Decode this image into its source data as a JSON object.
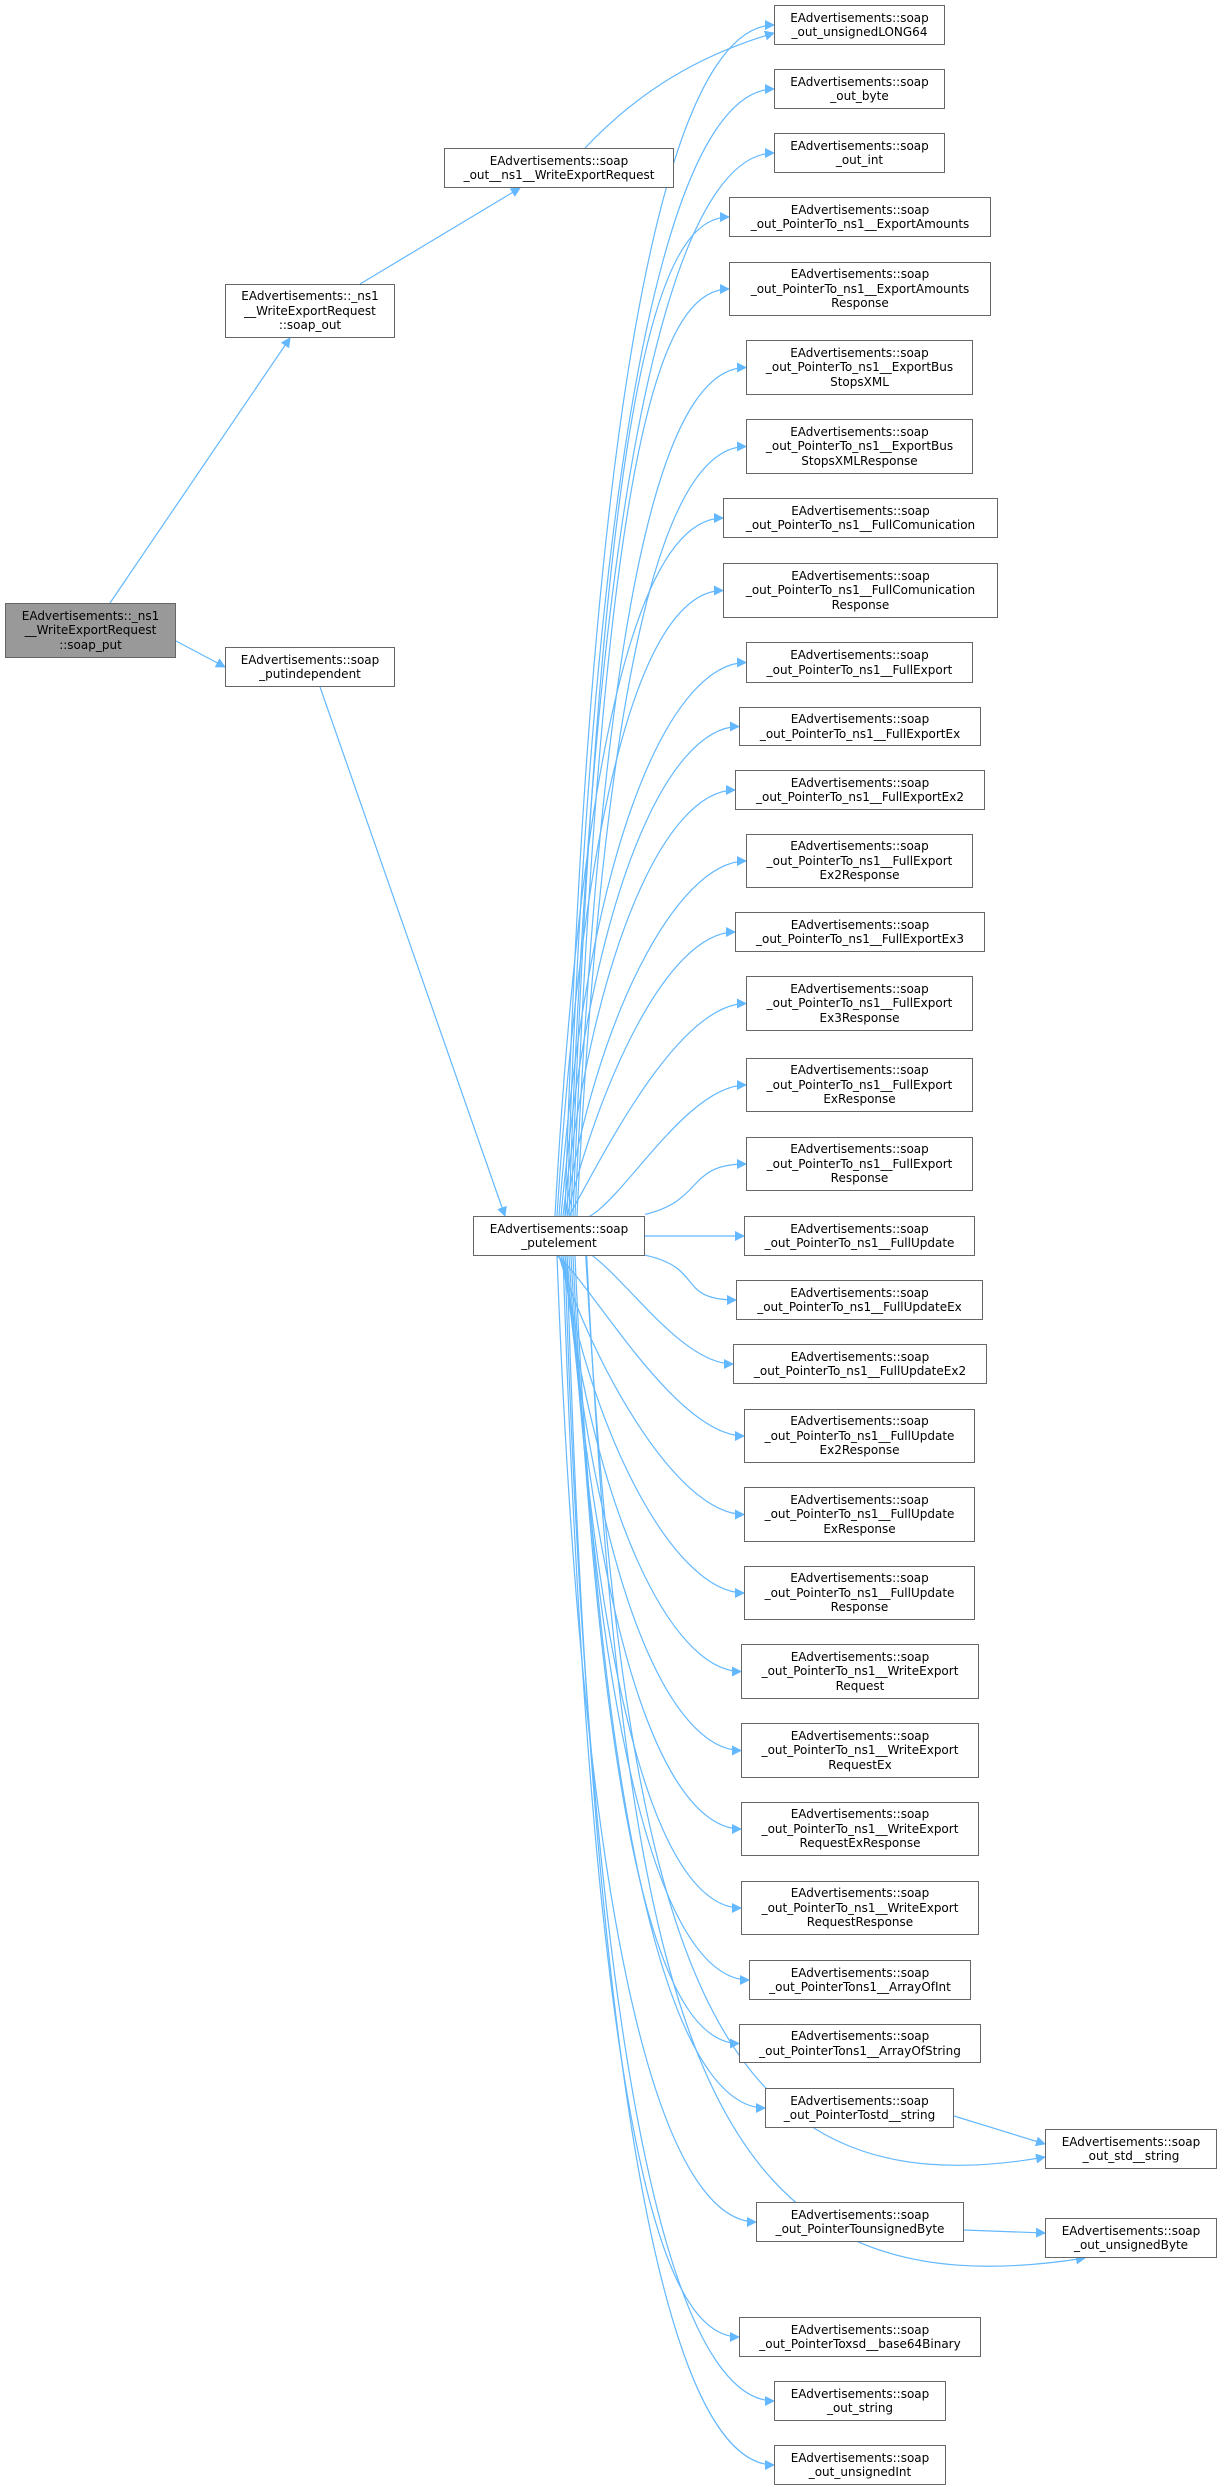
{
  "colors": {
    "edge": "#63b8ff",
    "root_fill": "#999999",
    "node_border": "#666666"
  },
  "nodes": {
    "root": "EAdvertisements::_ns1\n__WriteExportRequest\n::soap_put",
    "soap_out": "EAdvertisements::_ns1\n__WriteExportRequest\n::soap_out",
    "putindependent": "EAdvertisements::soap\n_putindependent",
    "out_ns1_WriteExportRequest": "EAdvertisements::soap\n_out__ns1__WriteExportRequest",
    "putelement": "EAdvertisements::soap\n_putelement",
    "unsignedLONG64": "EAdvertisements::soap\n_out_unsignedLONG64",
    "byte": "EAdvertisements::soap\n_out_byte",
    "int": "EAdvertisements::soap\n_out_int",
    "ExportAmounts": "EAdvertisements::soap\n_out_PointerTo_ns1__ExportAmounts",
    "ExportAmountsResponse": "EAdvertisements::soap\n_out_PointerTo_ns1__ExportAmounts\nResponse",
    "ExportBusStopsXML": "EAdvertisements::soap\n_out_PointerTo_ns1__ExportBus\nStopsXML",
    "ExportBusStopsXMLResponse": "EAdvertisements::soap\n_out_PointerTo_ns1__ExportBus\nStopsXMLResponse",
    "FullComunication": "EAdvertisements::soap\n_out_PointerTo_ns1__FullComunication",
    "FullComunicationResponse": "EAdvertisements::soap\n_out_PointerTo_ns1__FullComunication\nResponse",
    "FullExport": "EAdvertisements::soap\n_out_PointerTo_ns1__FullExport",
    "FullExportEx": "EAdvertisements::soap\n_out_PointerTo_ns1__FullExportEx",
    "FullExportEx2": "EAdvertisements::soap\n_out_PointerTo_ns1__FullExportEx2",
    "FullExportEx2Response": "EAdvertisements::soap\n_out_PointerTo_ns1__FullExport\nEx2Response",
    "FullExportEx3": "EAdvertisements::soap\n_out_PointerTo_ns1__FullExportEx3",
    "FullExportEx3Response": "EAdvertisements::soap\n_out_PointerTo_ns1__FullExport\nEx3Response",
    "FullExportExResponse": "EAdvertisements::soap\n_out_PointerTo_ns1__FullExport\nExResponse",
    "FullExportResponse": "EAdvertisements::soap\n_out_PointerTo_ns1__FullExport\nResponse",
    "FullUpdate": "EAdvertisements::soap\n_out_PointerTo_ns1__FullUpdate",
    "FullUpdateEx": "EAdvertisements::soap\n_out_PointerTo_ns1__FullUpdateEx",
    "FullUpdateEx2": "EAdvertisements::soap\n_out_PointerTo_ns1__FullUpdateEx2",
    "FullUpdateEx2Response": "EAdvertisements::soap\n_out_PointerTo_ns1__FullUpdate\nEx2Response",
    "FullUpdateExResponse": "EAdvertisements::soap\n_out_PointerTo_ns1__FullUpdate\nExResponse",
    "FullUpdateResponse": "EAdvertisements::soap\n_out_PointerTo_ns1__FullUpdate\nResponse",
    "WriteExportRequest": "EAdvertisements::soap\n_out_PointerTo_ns1__WriteExport\nRequest",
    "WriteExportRequestEx": "EAdvertisements::soap\n_out_PointerTo_ns1__WriteExport\nRequestEx",
    "WriteExportRequestExResponse": "EAdvertisements::soap\n_out_PointerTo_ns1__WriteExport\nRequestExResponse",
    "WriteExportRequestResponse": "EAdvertisements::soap\n_out_PointerTo_ns1__WriteExport\nRequestResponse",
    "ArrayOfInt": "EAdvertisements::soap\n_out_PointerTons1__ArrayOfInt",
    "ArrayOfString": "EAdvertisements::soap\n_out_PointerTons1__ArrayOfString",
    "PointerTostd_string": "EAdvertisements::soap\n_out_PointerTostd__string",
    "std_string": "EAdvertisements::soap\n_out_std__string",
    "PointerTounsignedByte": "EAdvertisements::soap\n_out_PointerTounsignedByte",
    "unsignedByte": "EAdvertisements::soap\n_out_unsignedByte",
    "base64Binary": "EAdvertisements::soap\n_out_PointerToxsd__base64Binary",
    "string": "EAdvertisements::soap\n_out_string",
    "unsignedInt": "EAdvertisements::soap\n_out_unsignedInt"
  },
  "edges": [
    [
      "root",
      "soap_out"
    ],
    [
      "root",
      "putindependent"
    ],
    [
      "soap_out",
      "out_ns1_WriteExportRequest"
    ],
    [
      "out_ns1_WriteExportRequest",
      "unsignedLONG64"
    ],
    [
      "putindependent",
      "putelement"
    ],
    [
      "putelement",
      "unsignedLONG64"
    ],
    [
      "putelement",
      "byte"
    ],
    [
      "putelement",
      "int"
    ],
    [
      "putelement",
      "ExportAmounts"
    ],
    [
      "putelement",
      "ExportAmountsResponse"
    ],
    [
      "putelement",
      "ExportBusStopsXML"
    ],
    [
      "putelement",
      "ExportBusStopsXMLResponse"
    ],
    [
      "putelement",
      "FullComunication"
    ],
    [
      "putelement",
      "FullComunicationResponse"
    ],
    [
      "putelement",
      "FullExport"
    ],
    [
      "putelement",
      "FullExportEx"
    ],
    [
      "putelement",
      "FullExportEx2"
    ],
    [
      "putelement",
      "FullExportEx2Response"
    ],
    [
      "putelement",
      "FullExportEx3"
    ],
    [
      "putelement",
      "FullExportEx3Response"
    ],
    [
      "putelement",
      "FullExportExResponse"
    ],
    [
      "putelement",
      "FullExportResponse"
    ],
    [
      "putelement",
      "FullUpdate"
    ],
    [
      "putelement",
      "FullUpdateEx"
    ],
    [
      "putelement",
      "FullUpdateEx2"
    ],
    [
      "putelement",
      "FullUpdateEx2Response"
    ],
    [
      "putelement",
      "FullUpdateExResponse"
    ],
    [
      "putelement",
      "FullUpdateResponse"
    ],
    [
      "putelement",
      "WriteExportRequest"
    ],
    [
      "putelement",
      "WriteExportRequestEx"
    ],
    [
      "putelement",
      "WriteExportRequestExResponse"
    ],
    [
      "putelement",
      "WriteExportRequestResponse"
    ],
    [
      "putelement",
      "ArrayOfInt"
    ],
    [
      "putelement",
      "ArrayOfString"
    ],
    [
      "putelement",
      "PointerTostd_string"
    ],
    [
      "PointerTostd_string",
      "std_string"
    ],
    [
      "putelement",
      "std_string"
    ],
    [
      "putelement",
      "PointerTounsignedByte"
    ],
    [
      "PointerTounsignedByte",
      "unsignedByte"
    ],
    [
      "putelement",
      "unsignedByte"
    ],
    [
      "putelement",
      "base64Binary"
    ],
    [
      "putelement",
      "string"
    ],
    [
      "putelement",
      "unsignedInt"
    ]
  ]
}
